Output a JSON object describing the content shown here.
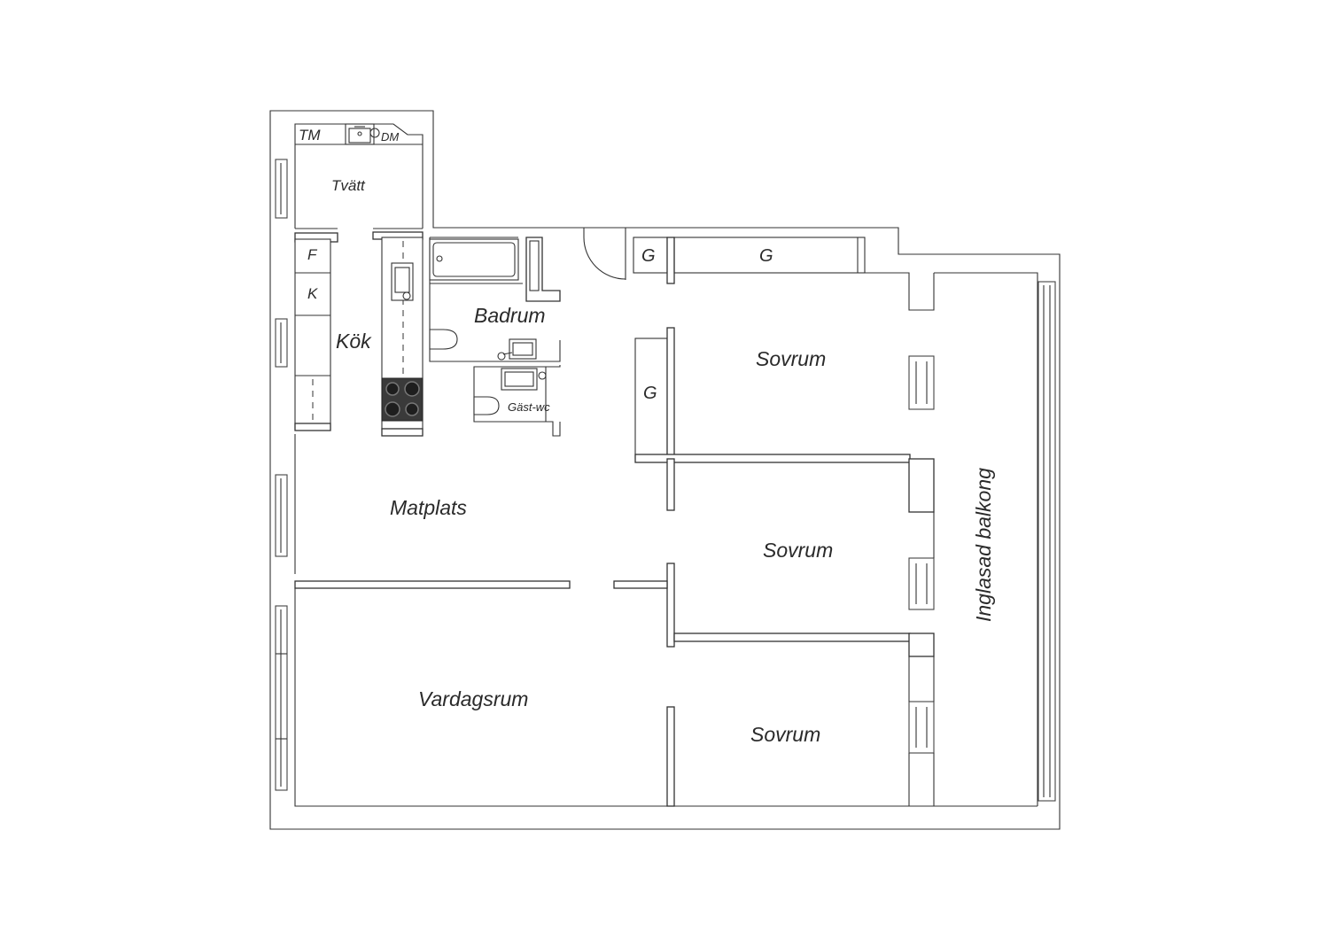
{
  "rooms": {
    "tvatt": "Tvätt",
    "tm": "TM",
    "dm": "DM",
    "f": "F",
    "k": "K",
    "kok": "Kök",
    "badrum": "Badrum",
    "gast_wc": "Gäst-wc",
    "g1": "G",
    "g2": "G",
    "g3": "G",
    "sovrum1": "Sovrum",
    "sovrum2": "Sovrum",
    "sovrum3": "Sovrum",
    "matplats": "Matplats",
    "vardagsrum": "Vardagsrum",
    "balkong": "Inglasad balkong"
  }
}
